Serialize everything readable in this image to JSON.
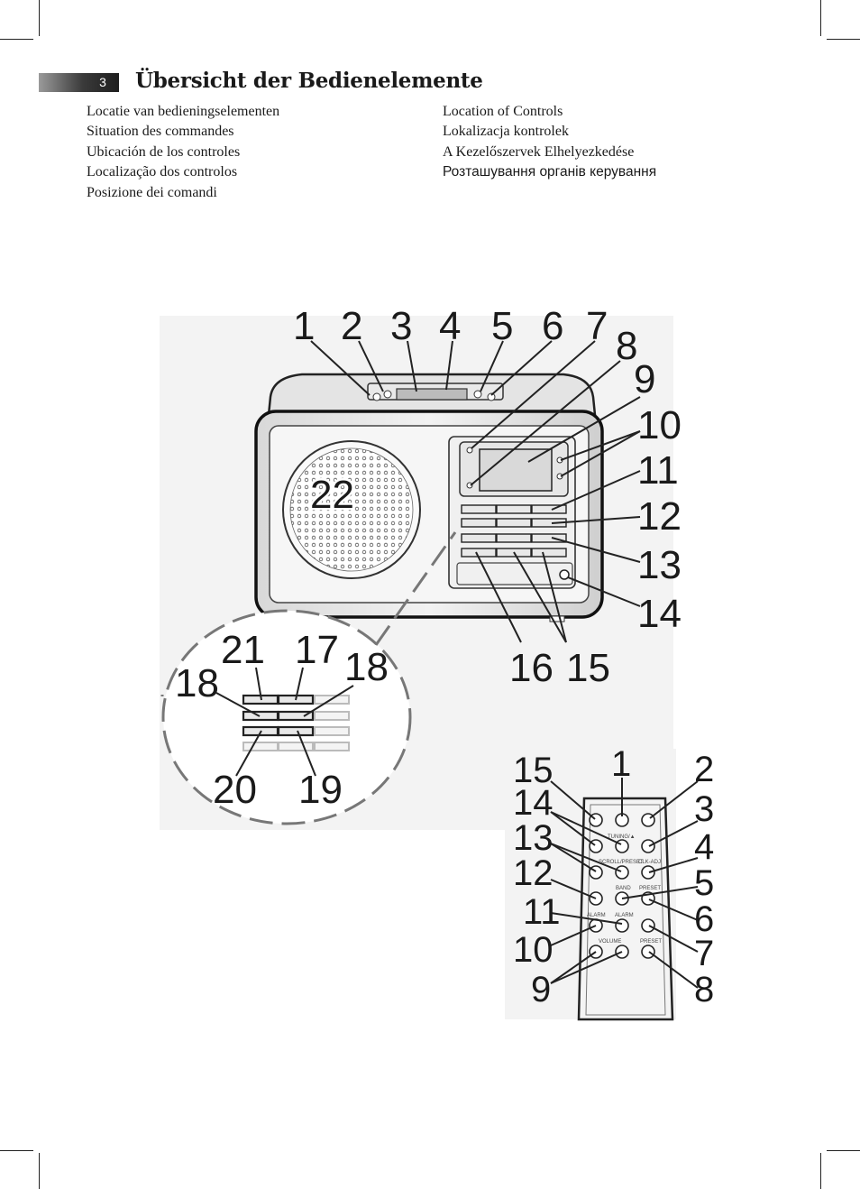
{
  "page": {
    "number": "3",
    "title": "Übersicht der Bedienelemente"
  },
  "translations_left": [
    "Locatie van bedieningselementen",
    "Situation des commandes",
    "Ubicación de los controles",
    "Localização dos controlos",
    "Posizione dei comandi"
  ],
  "translations_right": [
    "Location of Controls",
    "Lokalizacja kontrolek",
    "A Kezelőszervek Elhelyezkedése",
    "Розташування органів керування"
  ],
  "radio_callouts": [
    "1",
    "2",
    "3",
    "4",
    "5",
    "6",
    "7",
    "8",
    "9",
    "10",
    "11",
    "12",
    "13",
    "14",
    "15",
    "16"
  ],
  "speaker_callout": "22",
  "detail_callouts": [
    "21",
    "17",
    "18",
    "18",
    "20",
    "19"
  ],
  "remote_callouts_left": [
    "15",
    "14",
    "13",
    "12",
    "11",
    "10",
    "9"
  ],
  "remote_callouts_top": [
    "1"
  ],
  "remote_callouts_right": [
    "2",
    "3",
    "4",
    "5",
    "6",
    "7",
    "8"
  ],
  "remote_labels": {
    "tuning": "TUNING/▲",
    "scroll_preset": "SCROLL/PRESET",
    "clk_adj": "CLK-ADJ",
    "band": "BAND",
    "preset": "PRESET",
    "alarm1": "ALARM",
    "alarm2": "ALARM",
    "volume": "VOLUME",
    "preset2": "PRESET"
  }
}
